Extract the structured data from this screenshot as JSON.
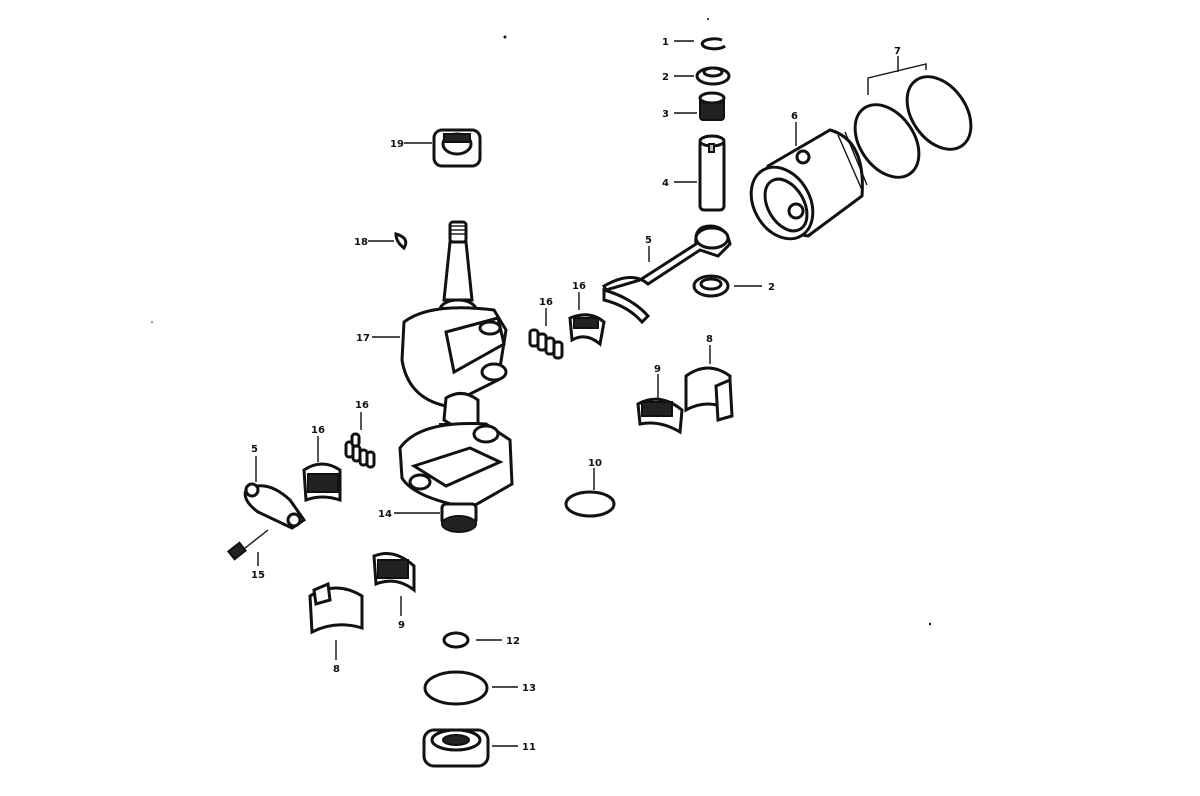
{
  "callouts": {
    "c1": "1",
    "c2a": "2",
    "c2b": "2",
    "c3": "3",
    "c4": "4",
    "c5a": "5",
    "c5b": "5",
    "c6": "6",
    "c7": "7",
    "c8a": "8",
    "c8b": "8",
    "c9a": "9",
    "c9b": "9",
    "c10": "10",
    "c11": "11",
    "c12": "12",
    "c13": "13",
    "c14": "14",
    "c15": "15",
    "c16a": "16",
    "c16b": "16",
    "c16c": "16",
    "c16d": "16",
    "c17": "17",
    "c18": "18",
    "c19": "19"
  }
}
